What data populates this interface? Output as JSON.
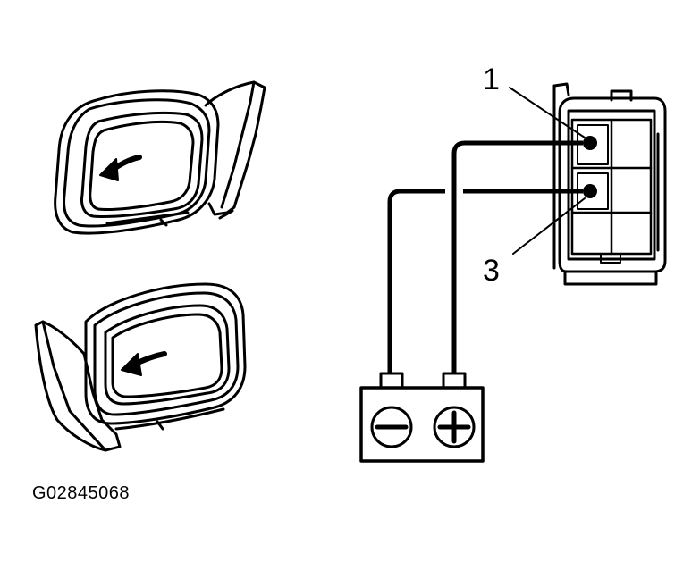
{
  "callouts": {
    "terminal_1": "1",
    "terminal_3": "3"
  },
  "figure_id": "G02845068",
  "battery": {
    "negative_symbol": "minus-symbol",
    "positive_symbol": "plus-symbol"
  },
  "colors": {
    "line": "#000000",
    "background": "#ffffff"
  }
}
